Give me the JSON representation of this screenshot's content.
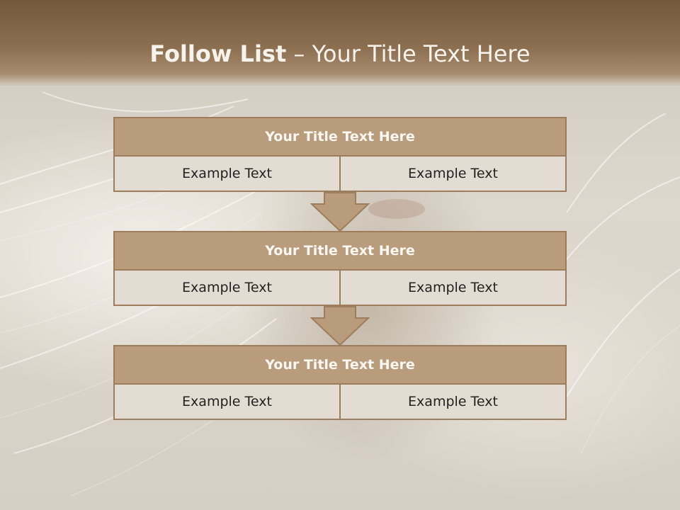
{
  "slide": {
    "title_bold": "Follow List",
    "title_rest": " – Your Title Text Here",
    "colors": {
      "header": "#8c6f50",
      "box_head": "#b99c7c",
      "box_cell": "#e3dcd2",
      "border": "#9d7d5c"
    }
  },
  "steps": [
    {
      "title": "Your Title Text Here",
      "left": "Example Text",
      "right": "Example Text"
    },
    {
      "title": "Your Title Text Here",
      "left": "Example Text",
      "right": "Example Text"
    },
    {
      "title": "Your Title Text Here",
      "left": "Example Text",
      "right": "Example Text"
    }
  ],
  "icons": [
    "down-arrow-icon",
    "down-arrow-icon"
  ]
}
